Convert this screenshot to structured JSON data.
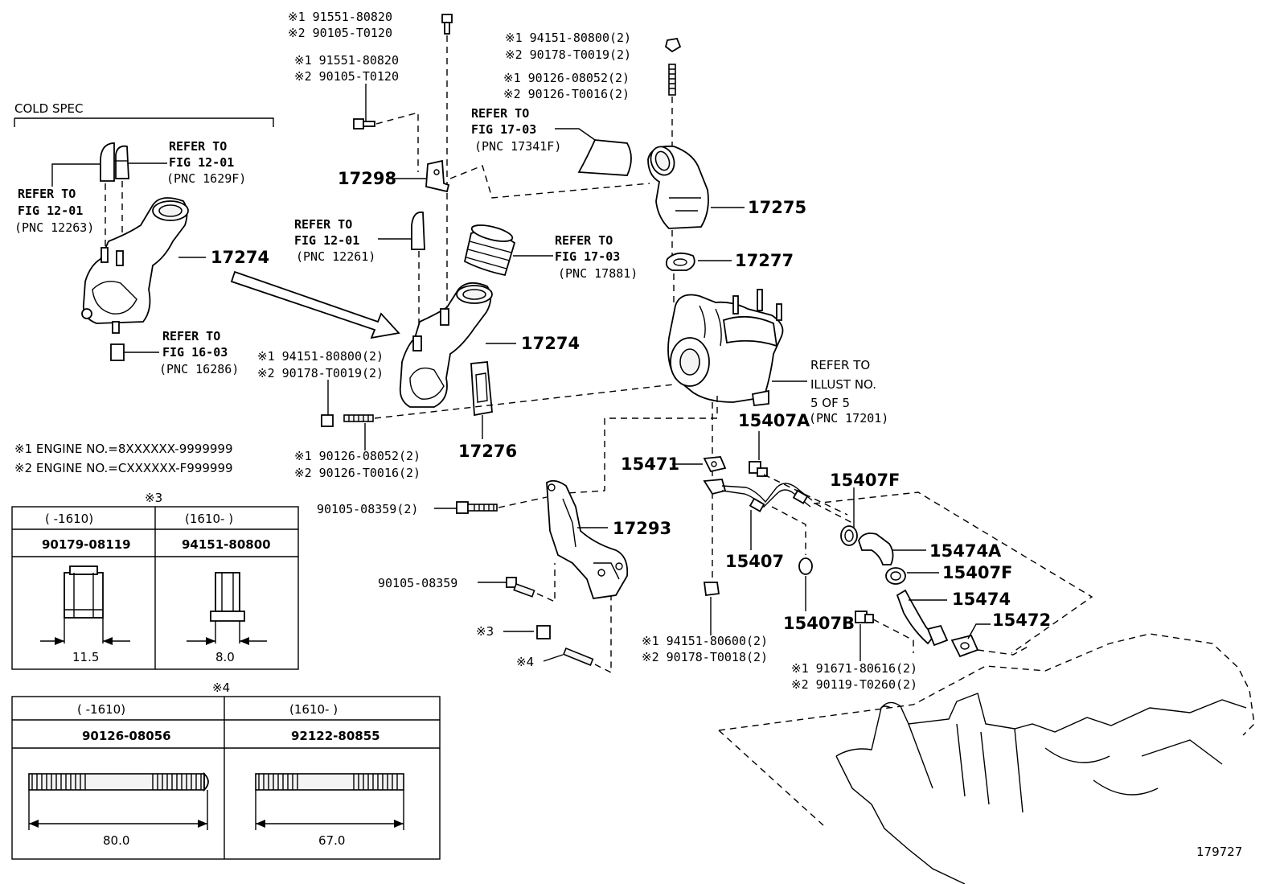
{
  "diagram": {
    "code": "179727",
    "cold_spec": "COLD SPEC",
    "engine_notes": [
      "※1 ENGINE NO.=8XXXXXX-9999999",
      "※2 ENGINE NO.=CXXXXXX-F999999"
    ],
    "part_numbers": {
      "p17298": "17298",
      "p17275": "17275",
      "p17277": "17277",
      "p17274_left": "17274",
      "p17274_mid": "17274",
      "p17276": "17276",
      "p17293": "17293",
      "p15407A": "15407A",
      "p15407F_1": "15407F",
      "p15407F_2": "15407F",
      "p15471": "15471",
      "p15407": "15407",
      "p15474A": "15474A",
      "p15474": "15474",
      "p15472": "15472",
      "p15407B": "15407B"
    },
    "bolt_labels": {
      "top_bolt_1": "※1 91551-80820",
      "top_bolt_2": "※2 90105-T0120",
      "side_bolt_1": "※1 91551-80820",
      "side_bolt_2": "※2 90105-T0120",
      "nut_top_1": "※1 94151-80800(2)",
      "nut_top_2": "※2 90178-T0019(2)",
      "stud_top_1": "※1 90126-08052(2)",
      "stud_top_2": "※2 90126-T0016(2)",
      "nut_mid_1": "※1 94151-80800(2)",
      "nut_mid_2": "※2 90178-T0019(2)",
      "stud_mid_1": "※1 90126-08052(2)",
      "stud_mid_2": "※2 90126-T0016(2)",
      "bolt_9010508359_2": "90105-08359(2)",
      "bolt_9010508359": "90105-08359",
      "note3": "※3",
      "note4": "※4",
      "nut_low_1": "※1 94151-80600(2)",
      "nut_low_2": "※2 90178-T0018(2)",
      "bolt_low_1": "※1 91671-80616(2)",
      "bolt_low_2": "※2 90119-T0260(2)"
    },
    "refs": {
      "ref_12263": [
        "REFER TO",
        "FIG 12-01",
        "(PNC 12263)"
      ],
      "ref_1629F": [
        "REFER TO",
        "FIG 12-01",
        "(PNC 1629F)"
      ],
      "ref_16286": [
        "REFER TO",
        "FIG 16-03",
        "(PNC 16286)"
      ],
      "ref_12261": [
        "REFER TO",
        "FIG 12-01",
        "(PNC 12261)"
      ],
      "ref_17881": [
        "REFER TO",
        "FIG 17-03",
        "(PNC 17881)"
      ],
      "ref_17341F": [
        "REFER TO",
        "FIG 17-03",
        "(PNC 17341F)"
      ],
      "ref_17201": [
        "REFER TO",
        "ILLUST NO.",
        "5 OF 5",
        "(PNC 17201)"
      ]
    },
    "table3": {
      "mark": "※3",
      "col1_range": "(      -1610)",
      "col2_range": "(1610-      )",
      "col1_part": "90179-08119",
      "col2_part": "94151-80800",
      "col1_dim": "11.5",
      "col2_dim": "8.0"
    },
    "table4": {
      "mark": "※4",
      "col1_range": "(      -1610)",
      "col2_range": "(1610-      )",
      "col1_part": "90126-08056",
      "col2_part": "92122-80855",
      "col1_dim": "80.0",
      "col2_dim": "67.0"
    }
  }
}
